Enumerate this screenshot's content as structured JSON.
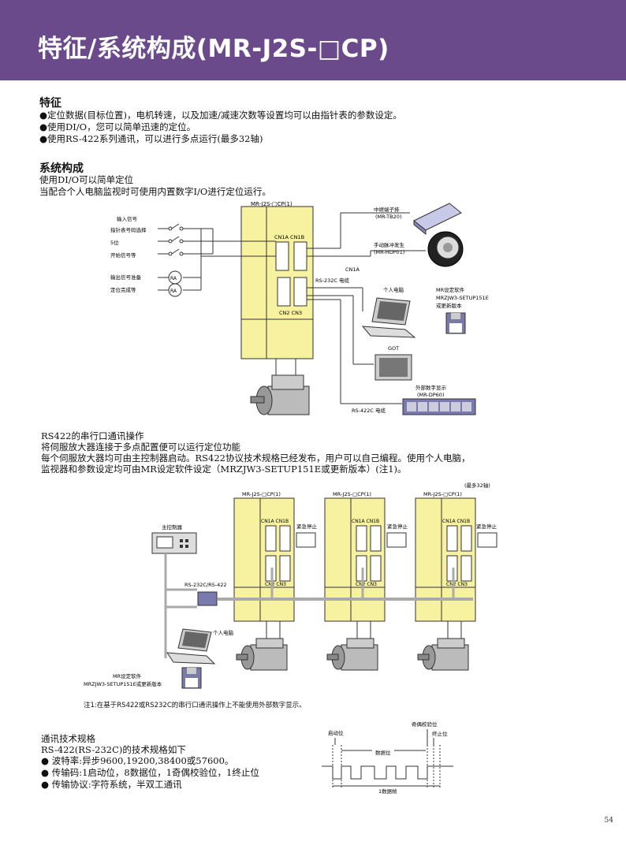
{
  "header": {
    "title": "特征/系统构成(MR-J2S-□CP)",
    "bg_color": "#6a4a8a"
  },
  "features": {
    "title": "特征",
    "items": [
      "●定位数据(目标位置)，电机转速，以及加速/减速次数等设置均可以由指针表的参数设定。",
      "●使用DI/O，您可以简单迅速的定位。",
      "●使用RS-422系列通讯，可以进行多点运行(最多32轴)"
    ]
  },
  "system": {
    "title": "系统构成",
    "subtitle": "使用DI/O可以简单定位",
    "desc": "当配合个人电脑监视时可使用内置数字I/O进行定位运行。"
  },
  "diagram1": {
    "amp_label": "MR-J2S-□CP(1)",
    "input_signal": "输入信号",
    "inputs": [
      "指针表号码选择",
      "5位",
      "开始信号等"
    ],
    "outputs": [
      "输出信号准备",
      "定位完成等"
    ],
    "ra": "RA",
    "cn1a_cn1b": "CN1A  CN1B",
    "cn2_cn3": "CN2  CN3",
    "relay_terminal": "中继端子排",
    "relay_model": "(MR-TB20)",
    "pulse_gen": "手动脉冲发生",
    "pulse_model": "(MR-HDP01)",
    "cn1a": "CN1A",
    "rs232c_cable": "RS-232C 电缆",
    "pc": "个人电脑",
    "software_1": "MR设定软件",
    "software_2": "MRZJW3-SETUP151E",
    "software_3": "或更新版本",
    "got": "GOT",
    "ext_display_1": "外部数字显示",
    "ext_display_2": "(MR-DP60)",
    "rs422c_cable": "RS-422C 电缆"
  },
  "serial": {
    "title": "RS422的串行口通讯操作",
    "lines": [
      "将伺服放大器连接于多点配置便可以运行定位功能",
      "每个伺服放大器均可由主控制器启动。RS422协议技术规格已经发布，用户可以自己编程。使用个人电脑，",
      "监视器和参数设定均可由MR设定软件设定（MRZJW3-SETUP151E或更新版本）(注1)。"
    ]
  },
  "diagram2": {
    "max_axes": "(最多32轴)",
    "amp_label": "MR-J2S-□CP(1)",
    "cn1": "CN1A CN1B",
    "cn2": "CN2 CN3",
    "estop": "紧急停止",
    "main_controller": "主控制器",
    "converter": "RS-232C/RS-422",
    "pc": "个人电脑",
    "software_1": "MR设定软件",
    "software_2": "MRZJW3-SETUP151E或更新版本"
  },
  "note": "注1:在基于RS422或RS232C的串行口通讯操作上不能使用外部数字显示。",
  "comm": {
    "title": "通讯技术规格",
    "subtitle": "RS-422(RS-232C)的技术规格如下",
    "items": [
      "● 波特率:异步9600,19200,38400或57600。",
      "● 传输码:1启动位，8数据位，1奇偶校验位，1终止位",
      "● 传输协议:字符系统，半双工通讯"
    ]
  },
  "timing": {
    "parity": "奇偶校验位",
    "start": "启动位",
    "stop": "终止位",
    "data": "数据位",
    "frame": "1数据帧"
  },
  "page_number": "54"
}
